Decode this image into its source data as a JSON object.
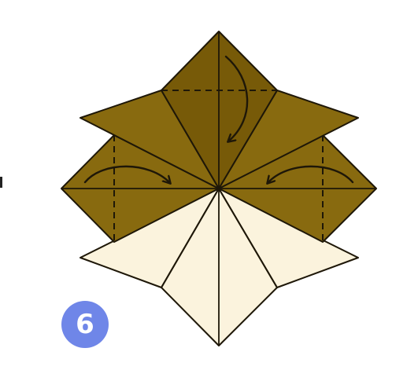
{
  "step": {
    "number": "6"
  },
  "colors": {
    "paper_colored": "#886a0f",
    "paper_colored_dark": "#775a08",
    "paper_white": "#fbf3dd",
    "outline": "#1e1708",
    "badge": "#6f86e8"
  },
  "instructions": {
    "top_flap": "fold-down-along-dashed-line",
    "left_flap": "fold-right-along-dashed-line",
    "right_flap": "fold-left-along-dashed-line"
  }
}
